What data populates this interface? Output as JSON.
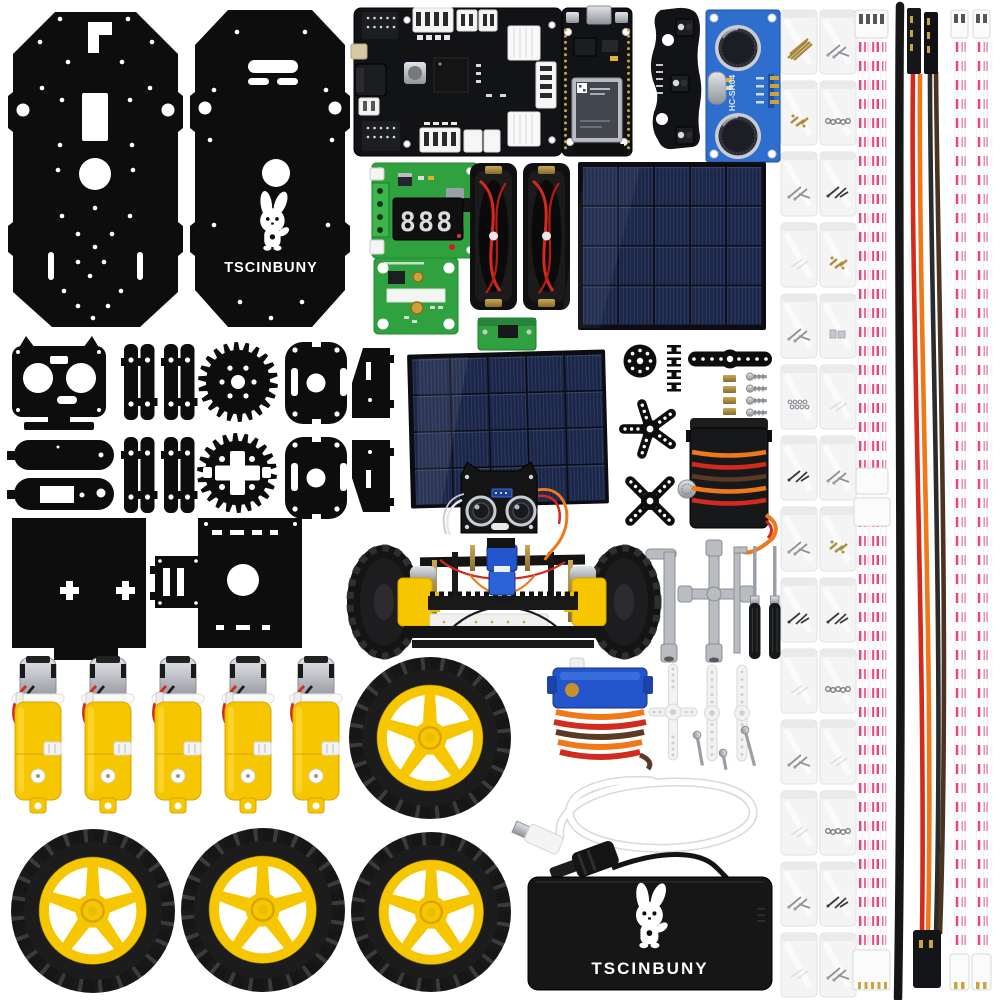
{
  "meta": {
    "description": "TSCINBUNY smart robot car kit - all components flat lay on white background"
  },
  "brand": {
    "name": "TSCINBUNY"
  },
  "labels": {
    "chassis_plate_logo": "TSCINBUNY",
    "battery_box_logo": "TSCINBUNY",
    "ultrasonic_model": "HC-SR04",
    "voltmeter_display": "888"
  },
  "colors": {
    "background": "#ffffff",
    "acrylic_black": "#0d0d0d",
    "pcb_green": "#2fa13f",
    "sensor_blue": "#2e6fce",
    "solar_navy": "#1b2544",
    "motor_yellow": "#f6c700",
    "wire_red": "#d42a1e",
    "wire_orange": "#f07818",
    "cable_pink": "#e8437a",
    "brass": "#a8863c",
    "silver": "#b9bdc2",
    "servo_blue": "#2356cc"
  },
  "parts": [
    "Black acrylic chassis plate (bottom)",
    "Black acrylic chassis plate with logo (top)",
    "Robot driver / expansion board",
    "ESP32 development board",
    "3-way line tracking sensor board",
    "HC-SR04 ultrasonic distance sensor",
    "Voltage meter module with 3-digit display",
    "Light sensor PCB",
    "18650 battery holder x2",
    "Large solar panel",
    "Assembled solar robot car",
    "Acrylic ultrasonic holder, brackets, gears and plates",
    "Black servo horns",
    "Standard servo with wrapped wires",
    "Brass standoffs and screws",
    "L socket wrench",
    "Cross socket wrench",
    "Hex key",
    "Screwdrivers x2",
    "TT gear motor x5",
    "Wheels with yellow hubs x4",
    "SG90 micro servo (blue)",
    "White servo horns with screws",
    "Micro-USB cable",
    "Battery box with DC plug",
    "4-pin JST cable",
    "Servo extension cables",
    "2-pin JST cables x2",
    "Hardware bags with screws, nuts and standoffs"
  ],
  "counts": {
    "tt_motors": 5,
    "loose_wheels": 4,
    "battery_holders": 2,
    "hardware_bags": 28
  },
  "hardware_bags": {
    "column_1": [
      "brassRods",
      "brassBits",
      "screwsSilver",
      "faint",
      "screwsSilver",
      "nuts",
      "screwsBlack",
      "screwsSilver",
      "screwsBlack",
      "faint",
      "screwsSilver",
      "faint",
      "screwsSilver",
      "faint"
    ],
    "column_2": [
      "screwsSilver",
      "washers",
      "screwsBlack",
      "brassBits",
      "clips",
      "faint",
      "screwsSilver",
      "brassBits",
      "screwsBlack",
      "washers",
      "faint",
      "washers",
      "screwsBlack",
      "screwsSilver"
    ]
  }
}
